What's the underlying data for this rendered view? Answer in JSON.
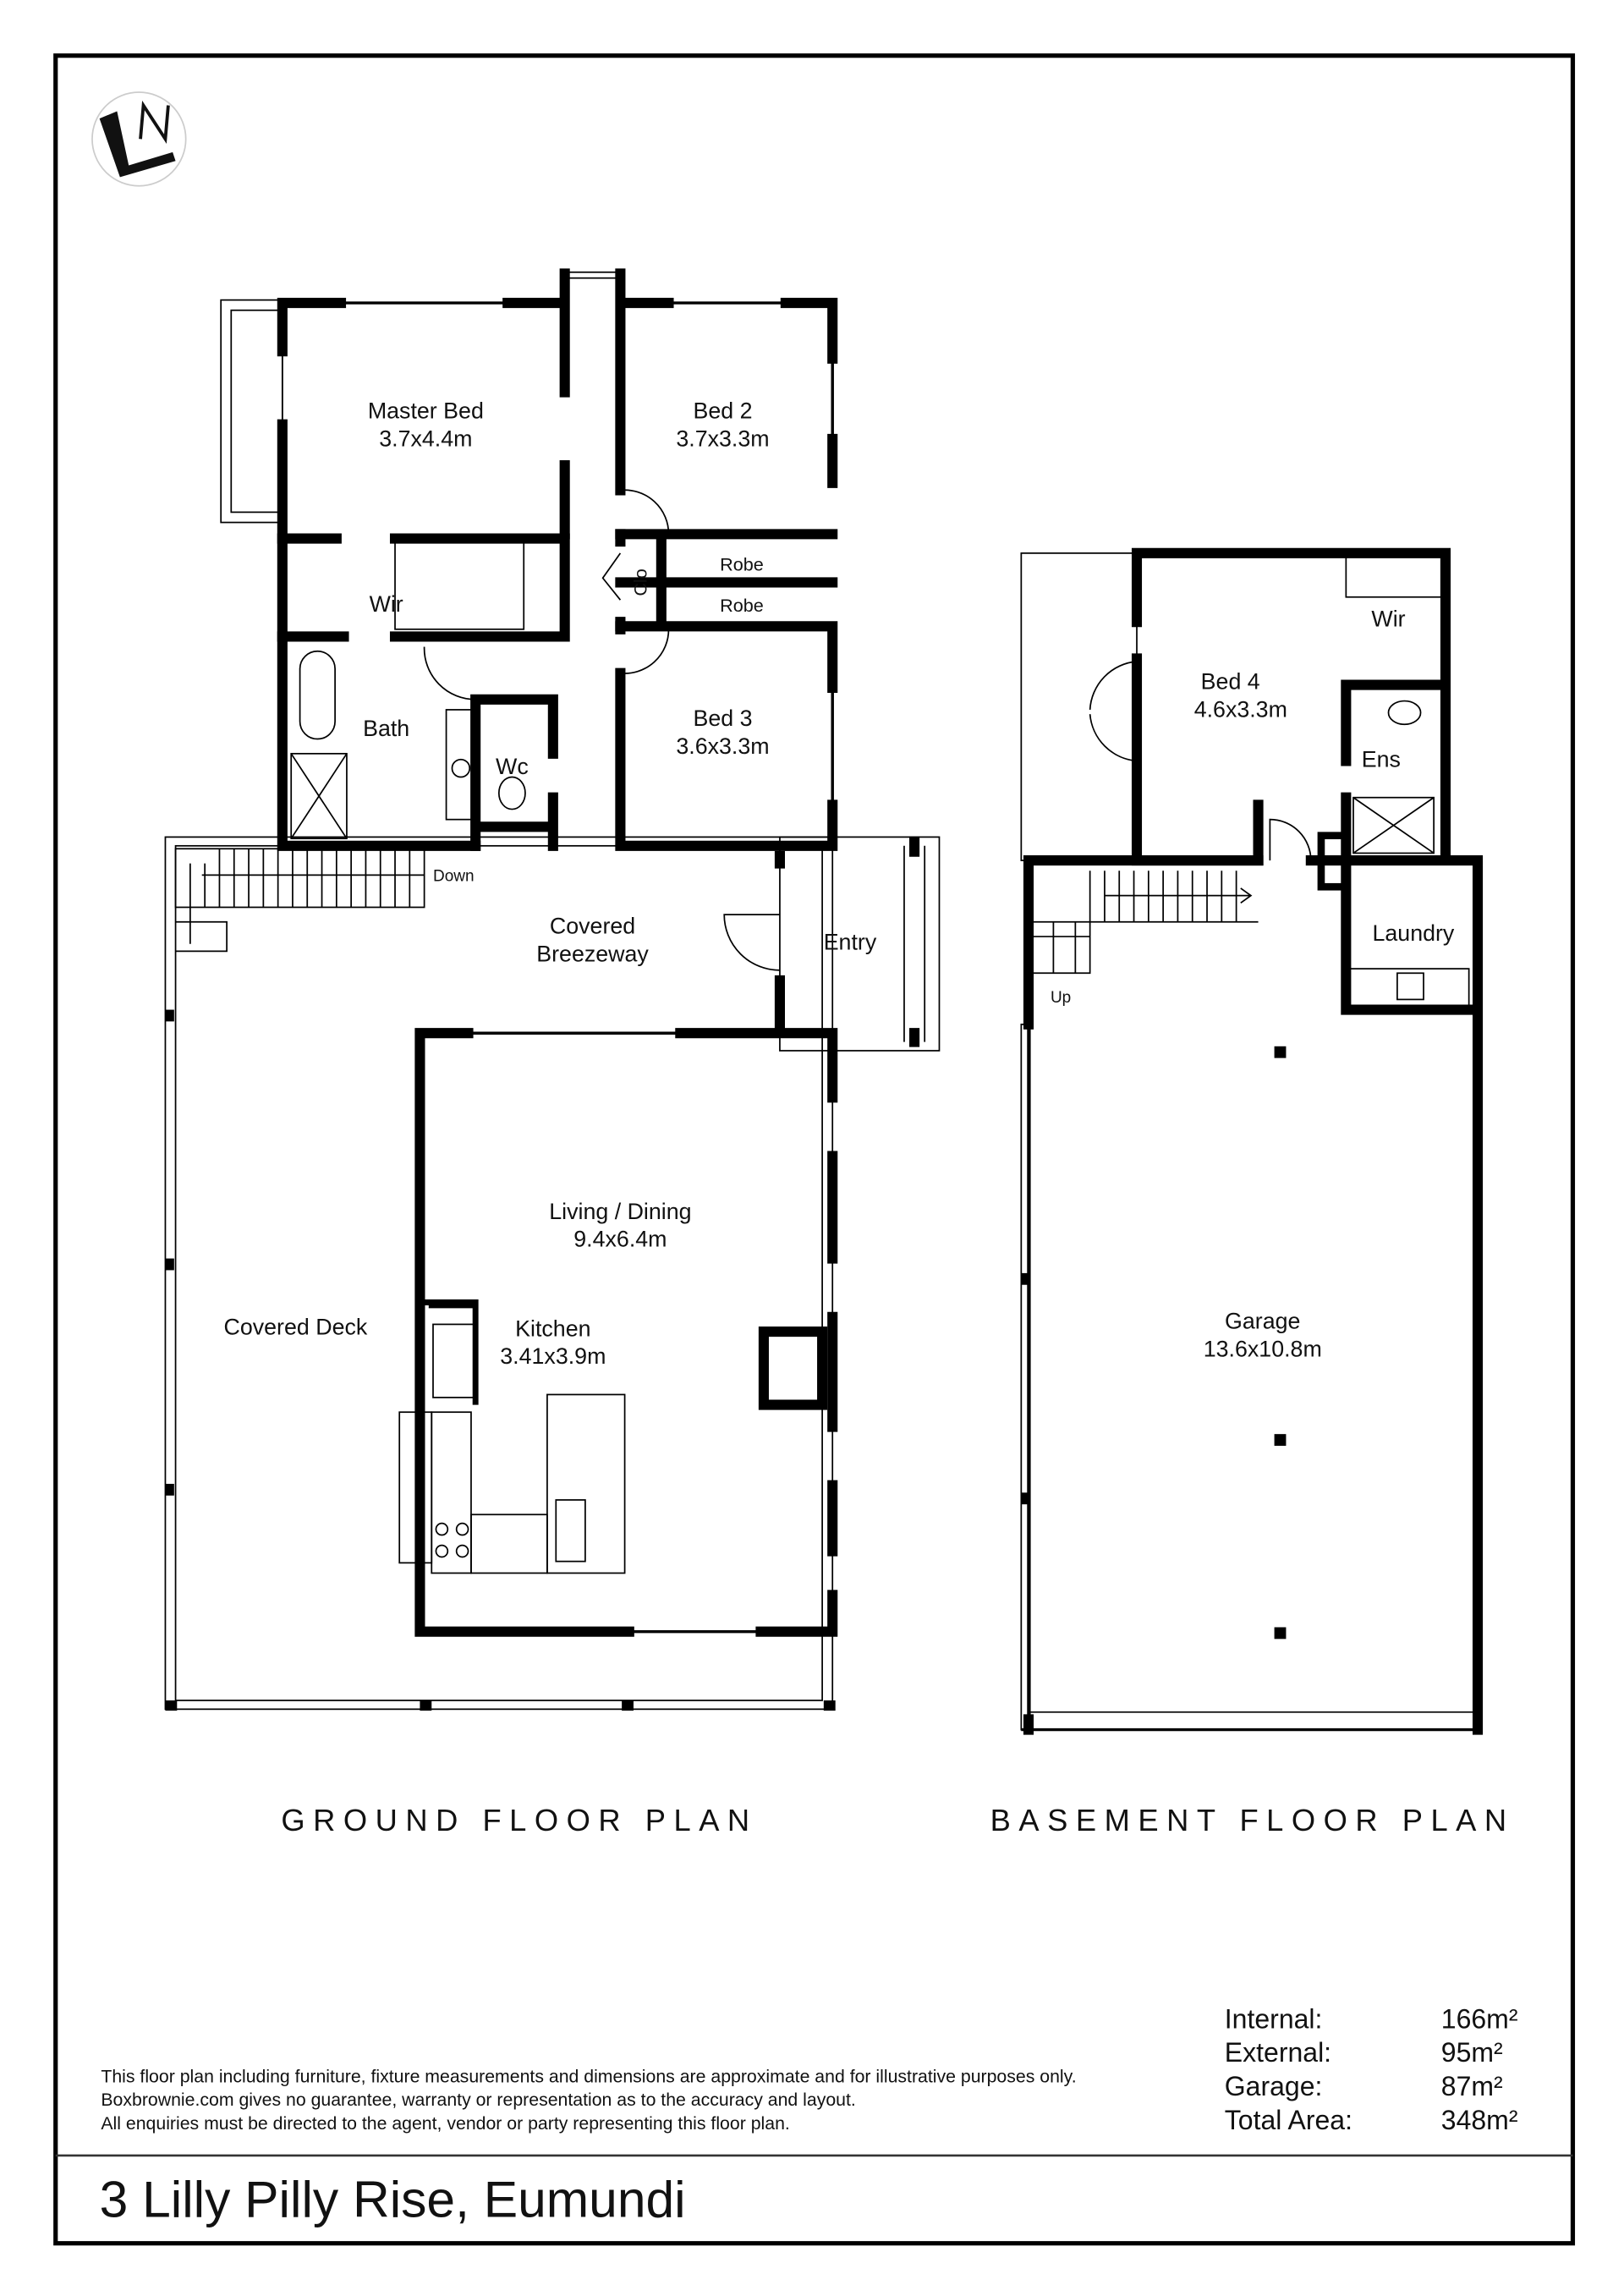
{
  "ground_floor": {
    "title": "GROUND FLOOR PLAN",
    "rooms": {
      "master_bed": {
        "name": "Master Bed",
        "size": "3.7x4.4m"
      },
      "bed2": {
        "name": "Bed 2",
        "size": "3.7x3.3m"
      },
      "bed3": {
        "name": "Bed 3",
        "size": "3.6x3.3m"
      },
      "wir": {
        "name": "Wir"
      },
      "bath": {
        "name": "Bath"
      },
      "wc": {
        "name": "Wc"
      },
      "clo": {
        "name": "Clo"
      },
      "robe1": {
        "name": "Robe"
      },
      "robe2": {
        "name": "Robe"
      },
      "breezeway": {
        "name": "Covered",
        "name2": "Breezeway"
      },
      "entry": {
        "name": "Entry"
      },
      "living": {
        "name": "Living / Dining",
        "size": "9.4x6.4m"
      },
      "kitchen": {
        "name": "Kitchen",
        "size": "3.41x3.9m"
      },
      "deck": {
        "name": "Covered Deck"
      }
    },
    "stairs_label": "Down"
  },
  "basement_floor": {
    "title": "BASEMENT FLOOR PLAN",
    "rooms": {
      "bed4": {
        "name": "Bed 4",
        "size": "4.6x3.3m"
      },
      "wir": {
        "name": "Wir"
      },
      "ens": {
        "name": "Ens"
      },
      "laundry": {
        "name": "Laundry"
      },
      "garage": {
        "name": "Garage",
        "size": "13.6x10.8m"
      }
    },
    "stairs_label": "Up"
  },
  "disclaimer": [
    "This floor plan including furniture, fixture measurements and dimensions are approximate and for illustrative purposes only.",
    "Boxbrownie.com gives no guarantee, warranty or representation as to the accuracy and layout.",
    "All enquiries must be directed to the agent, vendor or party representing this floor plan."
  ],
  "areas": [
    {
      "label": "Internal:",
      "value": "166m²"
    },
    {
      "label": "External:",
      "value": "95m²"
    },
    {
      "label": "Garage:",
      "value": "87m²"
    },
    {
      "label": "Total Area:",
      "value": "348m²"
    }
  ],
  "address": "3 Lilly Pilly Rise, Eumundi",
  "logo_text": "N"
}
